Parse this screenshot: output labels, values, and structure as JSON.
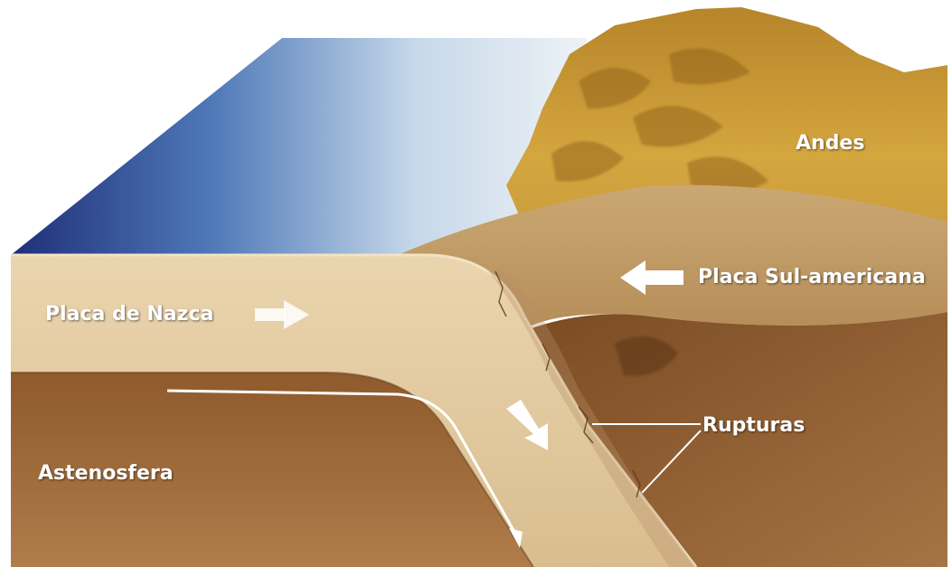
{
  "labels": {
    "andes": "Andes",
    "placa_sul_americana": "Placa Sul-americana",
    "placa_de_nazca": "Placa de Nazca",
    "rupturas": "Rupturas",
    "astenosfera": "Astenosfera"
  },
  "colors": {
    "ocean_deep": "#2a3f8a",
    "ocean_light": "#dfe8f2",
    "mountain": "#c9962e",
    "plate": "#e2cba4",
    "mantle": "#a5703c",
    "arrow": "#ffffff"
  }
}
